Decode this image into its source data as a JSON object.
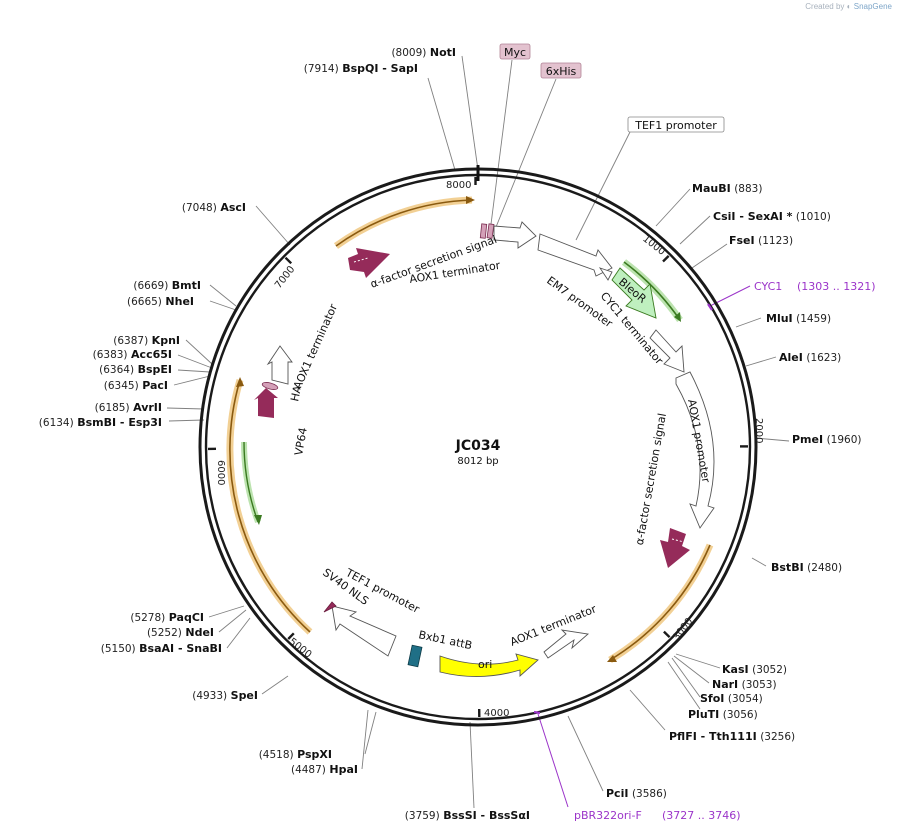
{
  "credit": {
    "prefix": "Created by",
    "brand": "SnapGene"
  },
  "map": {
    "name": "JC034",
    "length_label": "8012 bp",
    "total_bp": 8012,
    "ticks": [
      {
        "label": "1000",
        "bp": 1000
      },
      {
        "label": "2000",
        "bp": 2000
      },
      {
        "label": "3000",
        "bp": 3000
      },
      {
        "label": "4000",
        "bp": 4000
      },
      {
        "label": "5000",
        "bp": 5000
      },
      {
        "label": "6000",
        "bp": 6000
      },
      {
        "label": "7000",
        "bp": 7000
      },
      {
        "label": "8000",
        "bp": 8000
      }
    ]
  },
  "colors": {
    "backbone": "#1a1a1a",
    "enzyme_line": "#808080",
    "outer_orange": "#e8a93c",
    "outer_arrow": "#8a5a10",
    "outer_green": "#8fd07a",
    "outer_green_arrow": "#3a7a20",
    "feature_maroon": "#952b5a",
    "feature_pink": "#d4a0b8",
    "ori_yellow": "#ffff00",
    "ble_green": "#bff0bf",
    "attb_teal": "#1f6f86",
    "primer_purple": "#9b34c9",
    "tag_fill": "#e3c2cf"
  },
  "enzymes": [
    {
      "name": "NotI",
      "pos": "(8009)",
      "bp": 8009
    },
    {
      "name": "BspQI  -  SapI",
      "pos": "(7914)",
      "bp": 7914
    },
    {
      "name": "AscI",
      "pos": "(7048)",
      "bp": 7048
    },
    {
      "name": "BmtI",
      "pos": "(6669)",
      "bp": 6669
    },
    {
      "name": "NheI",
      "pos": "(6665)",
      "bp": 6665
    },
    {
      "name": "KpnI",
      "pos": "(6387)",
      "bp": 6387
    },
    {
      "name": "Acc65I",
      "pos": "(6383)",
      "bp": 6383
    },
    {
      "name": "BspEI",
      "pos": "(6364)",
      "bp": 6364
    },
    {
      "name": "PacI",
      "pos": "(6345)",
      "bp": 6345
    },
    {
      "name": "AvrII",
      "pos": "(6185)",
      "bp": 6185
    },
    {
      "name": "BsmBI  -  Esp3I",
      "pos": "(6134)",
      "bp": 6134
    },
    {
      "name": "PaqCI",
      "pos": "(5278)",
      "bp": 5278
    },
    {
      "name": "NdeI",
      "pos": "(5252)",
      "bp": 5252
    },
    {
      "name": "BsaAI  -  SnaBI",
      "pos": "(5150)",
      "bp": 5150
    },
    {
      "name": "SpeI",
      "pos": "(4933)",
      "bp": 4933
    },
    {
      "name": "PspXI",
      "pos": "(4518)",
      "bp": 4518
    },
    {
      "name": "HpaI",
      "pos": "(4487)",
      "bp": 4487
    },
    {
      "name": "BssSI  -  BssSαI",
      "pos": "(3759)",
      "bp": 3759
    },
    {
      "name": "PciI",
      "pos": "(3586)",
      "bp": 3586
    },
    {
      "name": "PflFI  -  Tth111I",
      "pos": "(3256)",
      "bp": 3256
    },
    {
      "name": "PluTI",
      "pos": "(3056)",
      "bp": 3056
    },
    {
      "name": "SfoI",
      "pos": "(3054)",
      "bp": 3054
    },
    {
      "name": "NarI",
      "pos": "(3053)",
      "bp": 3053
    },
    {
      "name": "KasI",
      "pos": "(3052)",
      "bp": 3052
    },
    {
      "name": "BstBI",
      "pos": "(2480)",
      "bp": 2480
    },
    {
      "name": "PmeI",
      "pos": "(1960)",
      "bp": 1960
    },
    {
      "name": "AleI",
      "pos": "(1623)",
      "bp": 1623
    },
    {
      "name": "MluI",
      "pos": "(1459)",
      "bp": 1459
    },
    {
      "name": "FseI",
      "pos": "(1123)",
      "bp": 1123
    },
    {
      "name": "CsiI  -  SexAI *",
      "pos": "(1010)",
      "bp": 1010
    },
    {
      "name": "MauBI",
      "pos": "(883)",
      "bp": 883
    }
  ],
  "primers": [
    {
      "name": "CYC1",
      "range": "(1303 .. 1321)"
    },
    {
      "name": "pBR322ori-F",
      "range": "(3727 .. 3746)"
    }
  ],
  "tags": [
    {
      "name": "Myc"
    },
    {
      "name": "6xHis"
    }
  ],
  "boxed_labels": [
    {
      "name": "TEF1 promoter"
    }
  ],
  "features": [
    {
      "name": "α-factor secretion signal"
    },
    {
      "name": "AOX1 terminator"
    },
    {
      "name": "EM7 promoter"
    },
    {
      "name": "CYC1 terminator"
    },
    {
      "name": "AOX1 promoter"
    },
    {
      "name": "α-factor secretion signal"
    },
    {
      "name": "AOX1 terminator"
    },
    {
      "name": "ori"
    },
    {
      "name": "Bxb1 attB"
    },
    {
      "name": "SV40 NLS"
    },
    {
      "name": "TEF1 promoter"
    },
    {
      "name": "VP64"
    },
    {
      "name": "HA"
    },
    {
      "name": "AOX1 terminator"
    },
    {
      "name": "BleoR"
    }
  ]
}
